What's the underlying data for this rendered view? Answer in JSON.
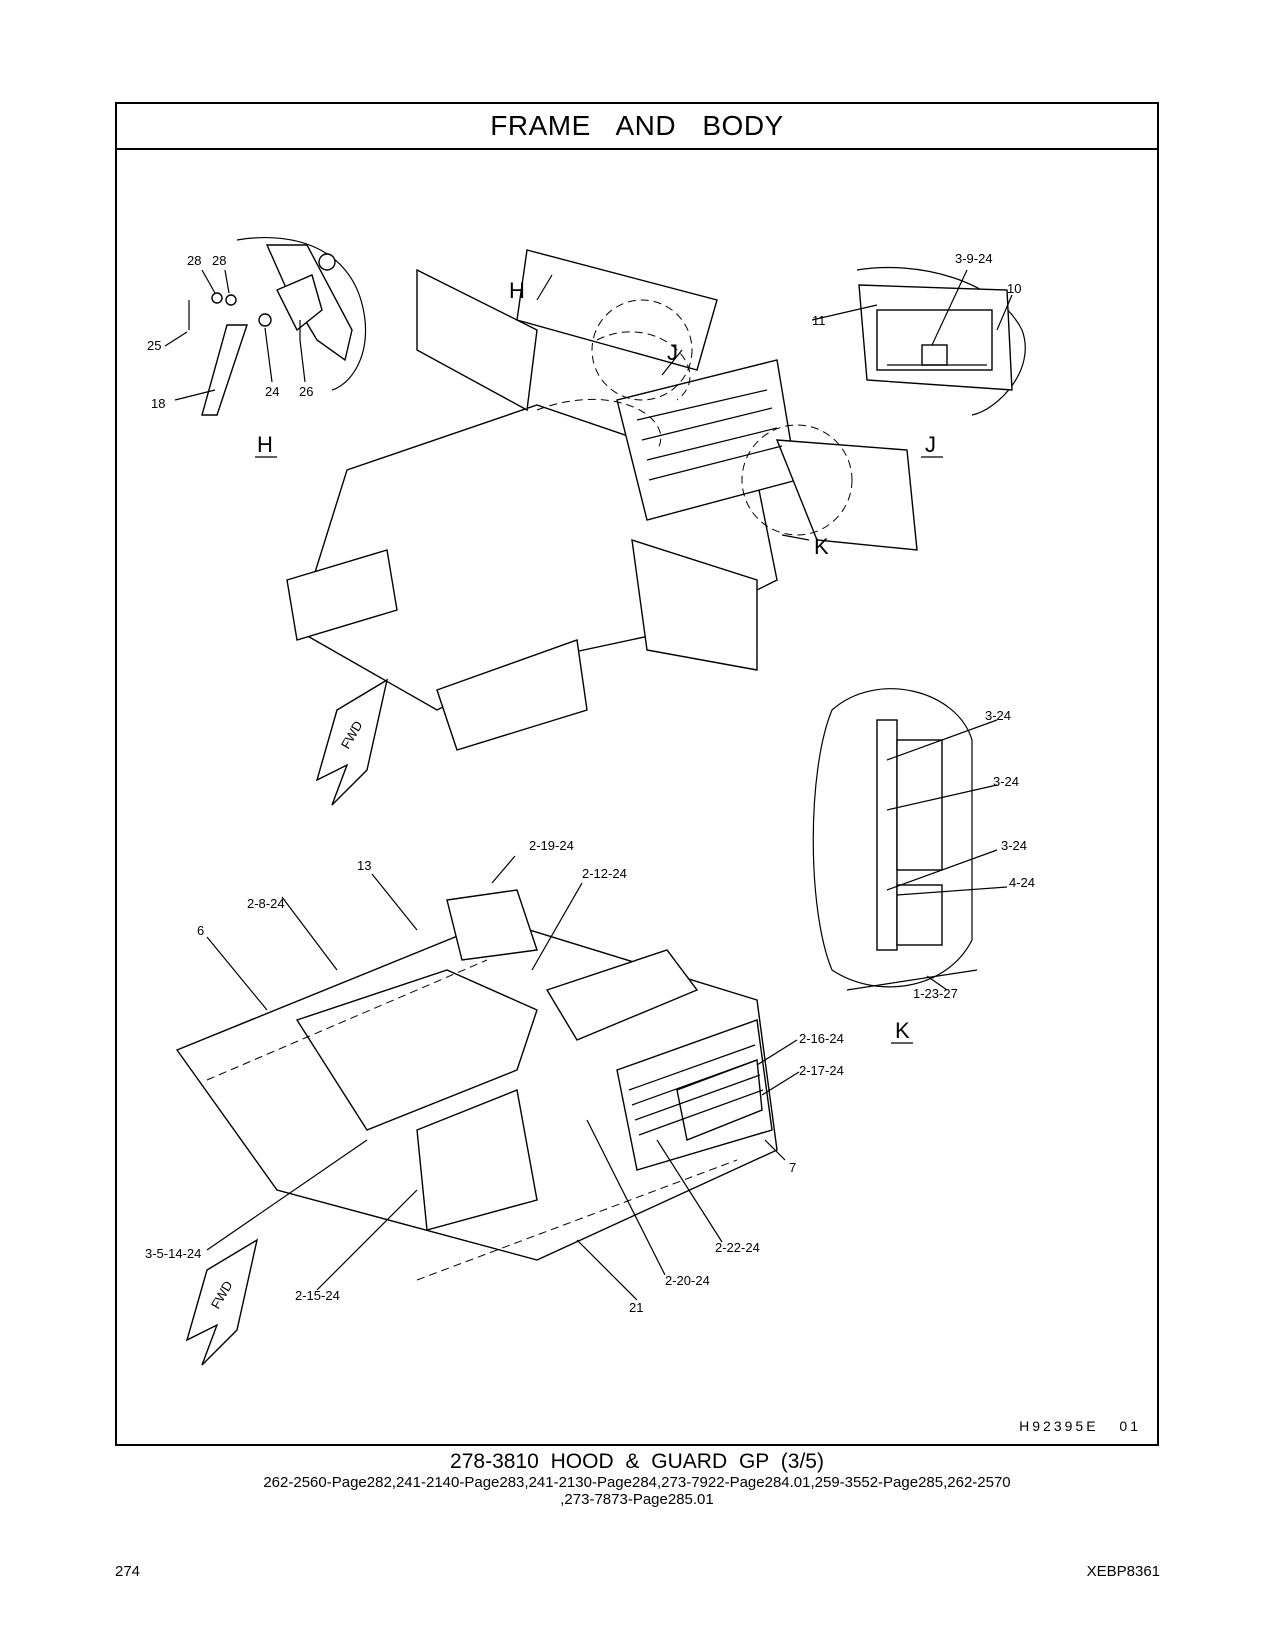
{
  "section_title": "FRAME AND BODY",
  "labels": {
    "h_28a": "28",
    "h_28b": "28",
    "h_25": "25",
    "h_18": "18",
    "h_24": "24",
    "h_26": "26",
    "view_h_letter": "H",
    "view_h_caption": "H",
    "j_3_9_24": "3-9-24",
    "j_10": "10",
    "j_11": "11",
    "view_j_caption": "J",
    "main_h": "H",
    "main_j": "J",
    "main_k": "K",
    "fwd_top": "FWD",
    "k_3_24_a": "3-24",
    "k_3_24_b": "3-24",
    "k_3_24_c": "3-24",
    "k_4_24": "4-24",
    "k_1_23_27": "1-23-27",
    "view_k_caption": "K",
    "b_2_19_24": "2-19-24",
    "b_13": "13",
    "b_2_12_24": "2-12-24",
    "b_2_8_24": "2-8-24",
    "b_6": "6",
    "b_2_16_24": "2-16-24",
    "b_2_17_24": "2-17-24",
    "b_7": "7",
    "b_3_5_14_24": "3-5-14-24",
    "b_2_22_24": "2-22-24",
    "b_2_20_24": "2-20-24",
    "b_2_15_24": "2-15-24",
    "b_21": "21",
    "fwd_bottom": "FWD"
  },
  "illustration_id": "H92395E 01",
  "caption": {
    "title": "278-3810 HOOD & GUARD GP (3/5)",
    "refs_line1": "262-2560-Page282,241-2140-Page283,241-2130-Page284,273-7922-Page284.01,259-3552-Page285,262-2570",
    "refs_line2": ",273-7873-Page285.01"
  },
  "page_number": "274",
  "document_code": "XEBP8361"
}
